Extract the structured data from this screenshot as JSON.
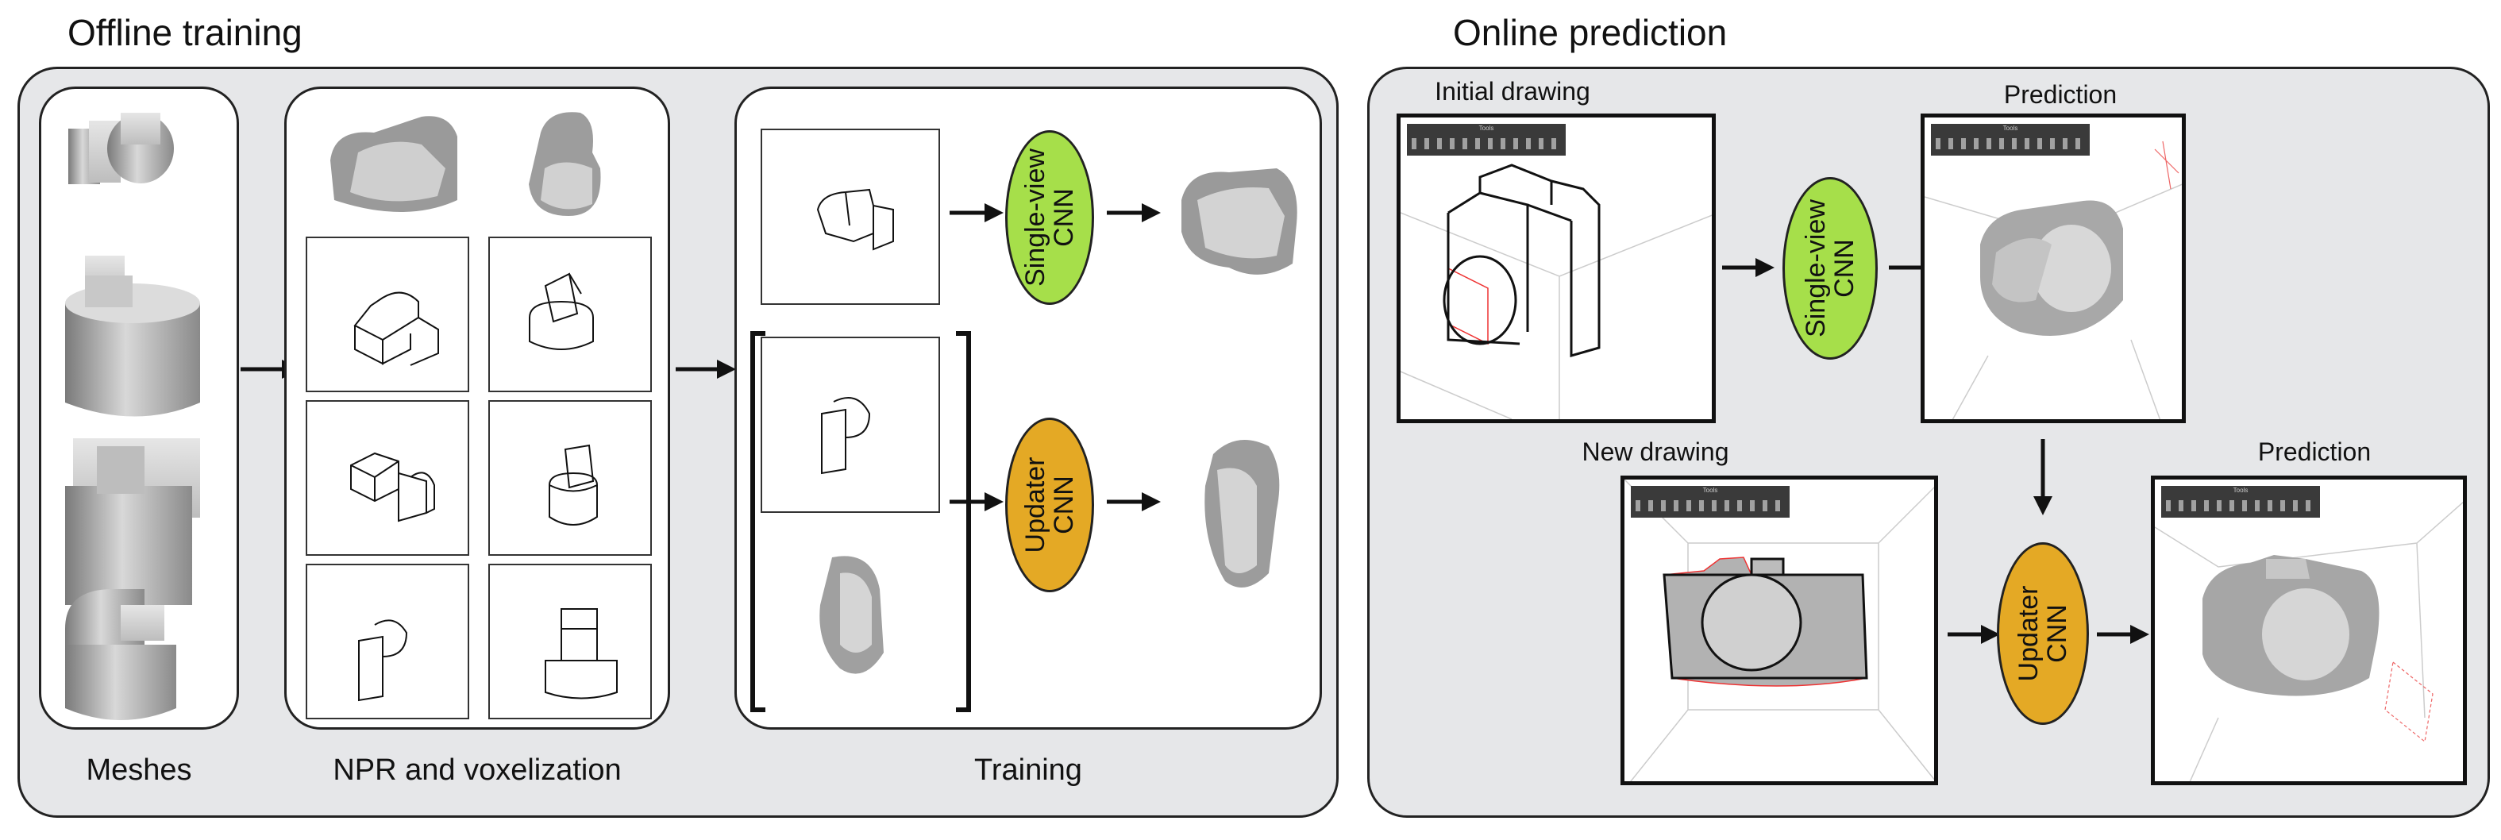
{
  "sections": {
    "offline_title": "Offline training",
    "online_title": "Online prediction"
  },
  "offline": {
    "meshes_label": "Meshes",
    "npr_label": "NPR and voxelization",
    "training_label": "Training",
    "single_view_cnn": {
      "line1": "Single-view",
      "line2": "CNN"
    },
    "updater_cnn": {
      "line1": "Updater",
      "line2": "CNN"
    }
  },
  "online": {
    "initial_drawing": "Initial drawing",
    "prediction_1": "Prediction",
    "new_drawing": "New drawing",
    "prediction_2": "Prediction",
    "single_view_cnn": {
      "line1": "Single-view",
      "line2": "CNN"
    },
    "updater_cnn": {
      "line1": "Updater",
      "line2": "CNN"
    }
  },
  "colors": {
    "panel_bg": "#e6e7e9",
    "single_view_fill": "#a6df4a",
    "updater_fill": "#e4a925"
  }
}
